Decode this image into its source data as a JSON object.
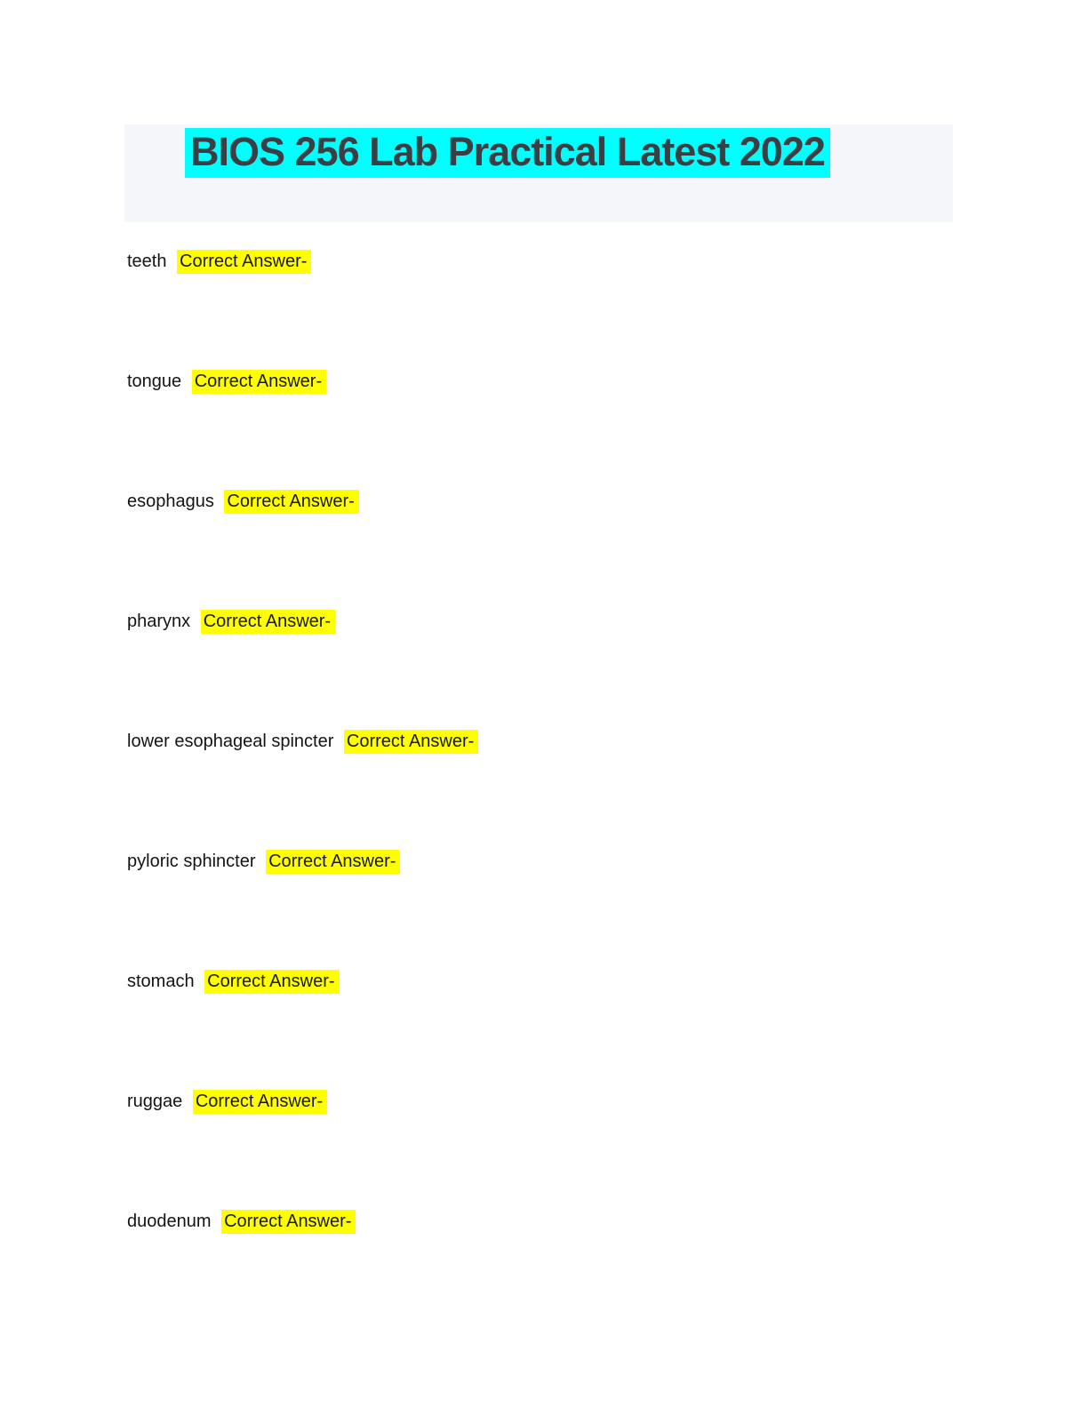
{
  "header": {
    "title": "BIOS 256 Lab Practical Latest 2022"
  },
  "answer_label": "Correct Answer-",
  "items": [
    {
      "term": "teeth"
    },
    {
      "term": "tongue"
    },
    {
      "term": "esophagus"
    },
    {
      "term": "pharynx"
    },
    {
      "term": "lower esophageal spincter"
    },
    {
      "term": "pyloric sphincter"
    },
    {
      "term": "stomach"
    },
    {
      "term": "ruggae"
    },
    {
      "term": "duodenum"
    }
  ],
  "colors": {
    "title_highlight": "#00ffff",
    "answer_highlight": "#ffff00",
    "banner_background": "#f4f6fa"
  }
}
